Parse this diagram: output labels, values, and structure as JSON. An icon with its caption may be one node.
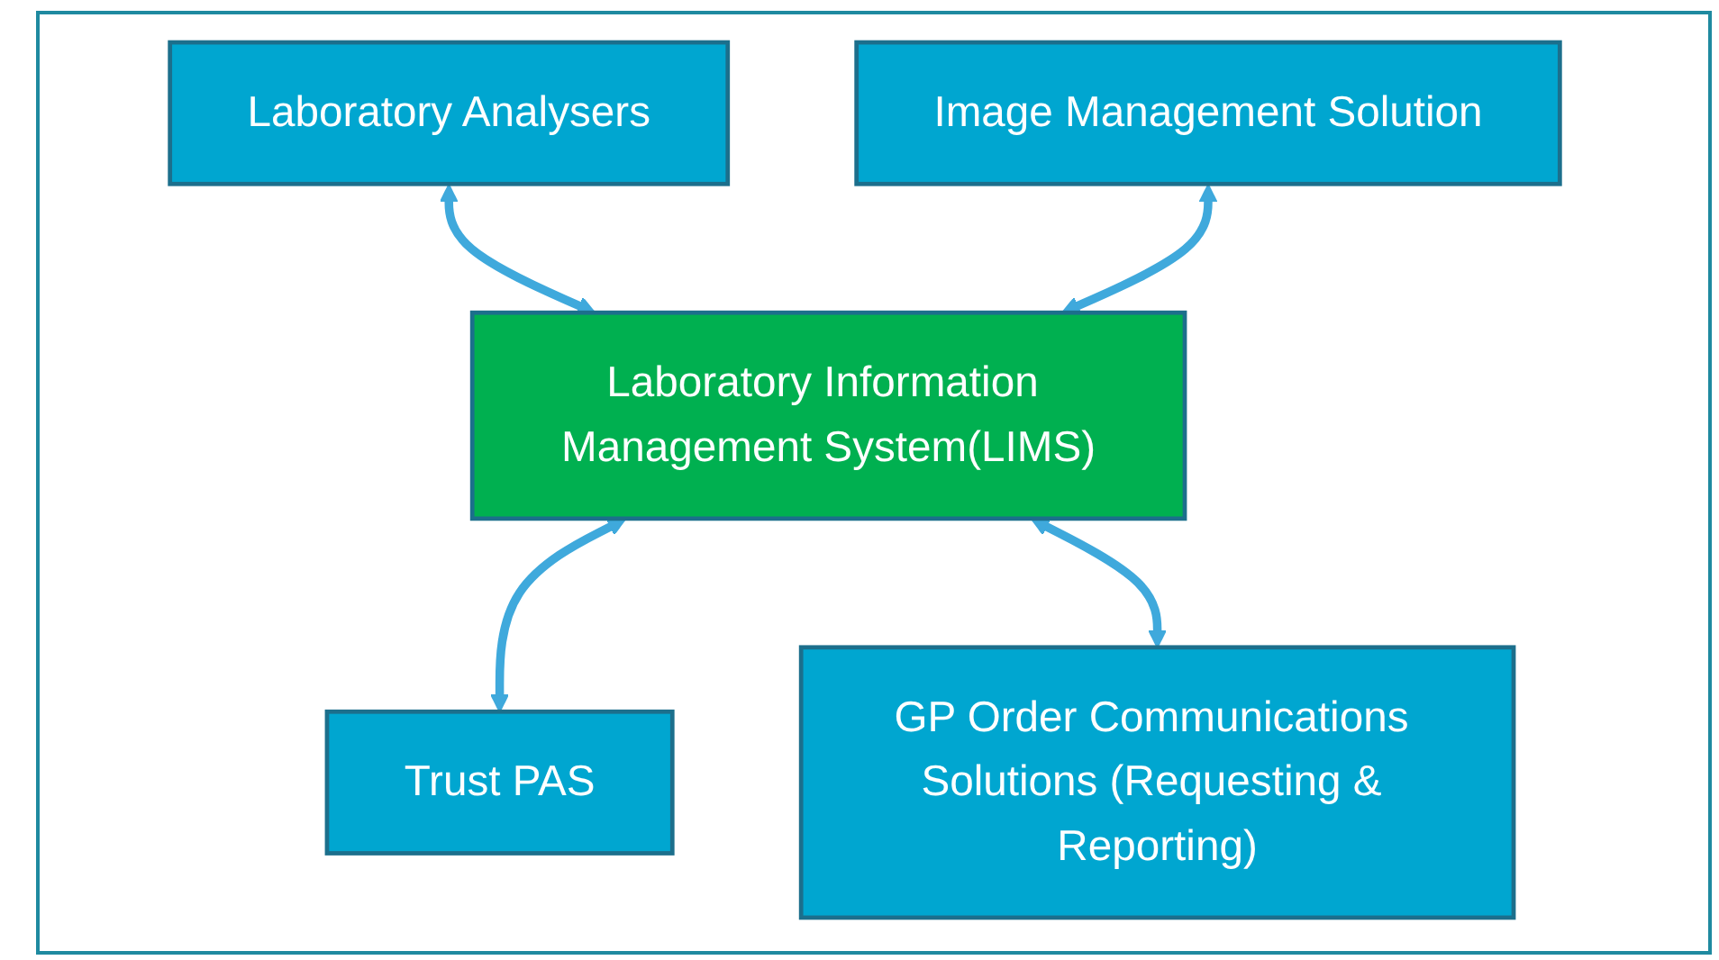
{
  "diagram": {
    "nodes": [
      {
        "text": [
          "Laboratory Analysers"
        ]
      },
      {
        "text": [
          "Image Management Solution"
        ]
      },
      {
        "text": [
          "Laboratory Information Management System(LIMS)"
        ]
      },
      {
        "text": [
          "Trust PAS"
        ]
      },
      {
        "text": [
          "GP Order Communications Solutions (Requesting & Reporting)"
        ]
      }
    ],
    "edges": [
      {
        "from": 0,
        "to": 2,
        "arrow": "both"
      },
      {
        "from": 1,
        "to": 2,
        "arrow": "both"
      },
      {
        "from": 2,
        "to": 3,
        "arrow": "both"
      },
      {
        "from": 2,
        "to": 4,
        "arrow": "both"
      }
    ]
  }
}
